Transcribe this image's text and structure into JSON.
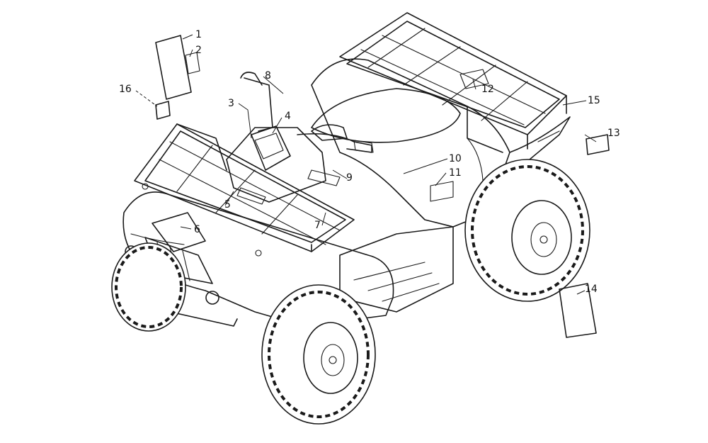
{
  "colors": {
    "ink": "#1a1a1a",
    "background": "#ffffff"
  },
  "callouts": [
    {
      "id": "1",
      "label": "1"
    },
    {
      "id": "2",
      "label": "2"
    },
    {
      "id": "3",
      "label": "3"
    },
    {
      "id": "4",
      "label": "4"
    },
    {
      "id": "5",
      "label": "5"
    },
    {
      "id": "6",
      "label": "6"
    },
    {
      "id": "7",
      "label": "7"
    },
    {
      "id": "8",
      "label": "8"
    },
    {
      "id": "9",
      "label": "9"
    },
    {
      "id": "10",
      "label": "10"
    },
    {
      "id": "11",
      "label": "11"
    },
    {
      "id": "12",
      "label": "12"
    },
    {
      "id": "13",
      "label": "13"
    },
    {
      "id": "14",
      "label": "14"
    },
    {
      "id": "15",
      "label": "15"
    },
    {
      "id": "16",
      "label": "16"
    }
  ]
}
